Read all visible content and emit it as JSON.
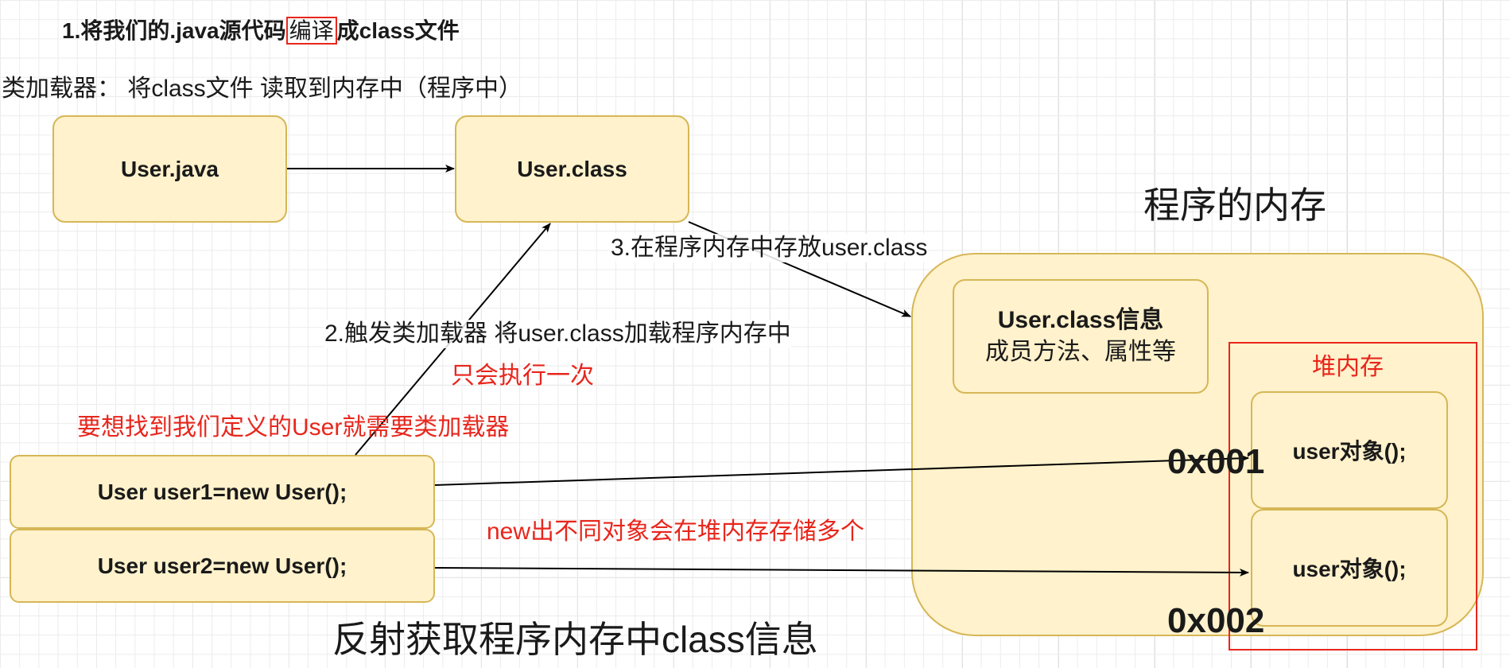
{
  "title_line": {
    "prefix": "1.将我们的.java源代码",
    "highlight": "编译",
    "suffix": "成class文件"
  },
  "classloader_note": "类加载器： 将class文件 读取到内存中（程序中）",
  "memory_title": "程序的内存",
  "nodes": {
    "user_java": "User.java",
    "user_class": "User.class",
    "class_info_line1": "User.class信息",
    "class_info_line2": "成员方法、属性等",
    "heap_label": "堆内存",
    "obj1": "user对象();",
    "obj2": "user对象();",
    "stmt1": "User user1=new User();",
    "stmt2": "User user2=new User();"
  },
  "labels": {
    "step3": "3.在程序内存中存放user.class",
    "step2": "2.触发类加载器 将user.class加载程序内存中",
    "once": "只会执行一次",
    "need_loader": "要想找到我们定义的User就需要类加载器",
    "new_objects": "new出不同对象会在堆内存存储多个",
    "addr1": "0x001",
    "addr2": "0x002",
    "reflection": "反射获取程序内存中class信息"
  },
  "colors": {
    "node_fill": "#fff2cc",
    "node_border": "#d6b656",
    "highlight_red": "#e8261c",
    "arrow": "#000000"
  }
}
